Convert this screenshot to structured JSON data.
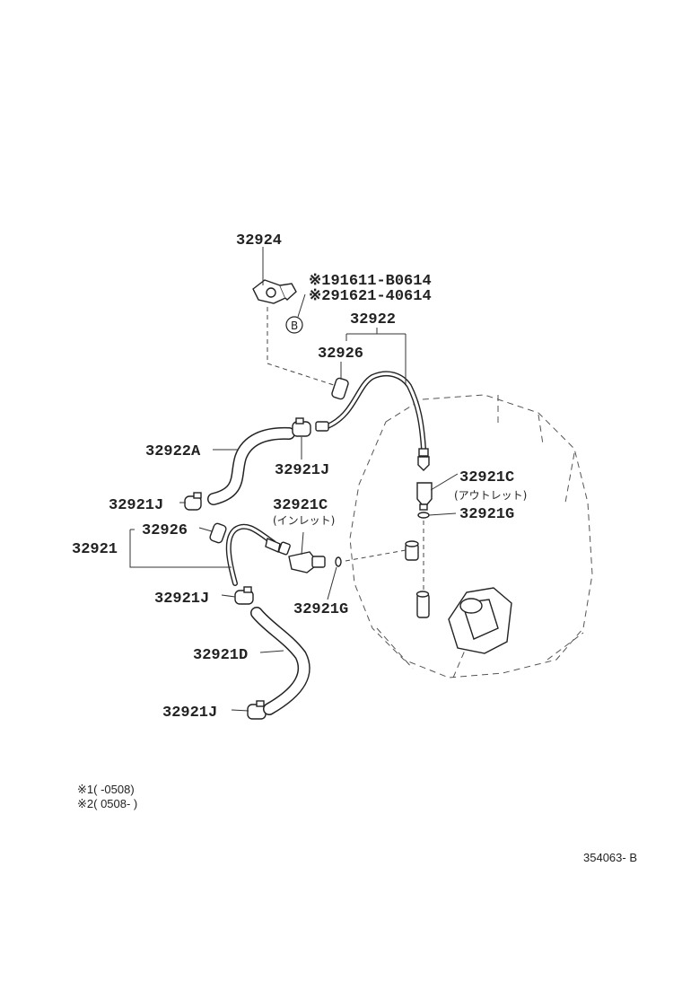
{
  "parts": {
    "p32924": "32924",
    "p91611": "※191611-B0614",
    "p91621": "※291621-40614",
    "circle_b": "B",
    "p32922": "32922",
    "p32926_top": "32926",
    "p32922A": "32922A",
    "p32921J_1": "32921J",
    "p32921C_right": "32921C",
    "p32921C_right_note": "(アウトレット)",
    "p32921J_2": "32921J",
    "p32921C_mid": "32921C",
    "p32921C_mid_note": "(インレット)",
    "p32921G_right": "32921G",
    "p32926_mid": "32926",
    "p32921": "32921",
    "p32921J_3": "32921J",
    "p32921G_mid": "32921G",
    "p32921D": "32921D",
    "p32921J_4": "32921J"
  },
  "notes": {
    "note1": "※1(        -0508)",
    "note2": "※2( 0508-        )"
  },
  "figure_code": "354063- B"
}
